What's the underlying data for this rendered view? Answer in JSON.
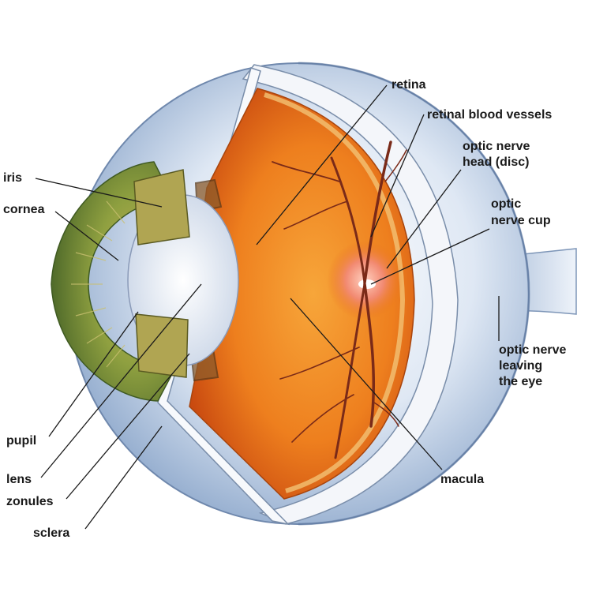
{
  "diagram": {
    "labels": {
      "retina": "retina",
      "retinal_blood_vessels": "retinal blood vessels",
      "optic_nerve_head": [
        "optic nerve",
        "head (disc)"
      ],
      "optic_nerve_cup": [
        "optic",
        "nerve cup"
      ],
      "iris": "iris",
      "cornea": "cornea",
      "optic_nerve_leaving": [
        "optic nerve",
        "leaving",
        "the eye"
      ],
      "pupil": "pupil",
      "lens": "lens",
      "zonules": "zonules",
      "sclera": "sclera",
      "macula": "macula"
    },
    "colors": {
      "sclera": "#9fb8d8",
      "retina": "#e8701a",
      "iris": "#6f8a3a",
      "lens": "#e8eef8",
      "vessels": "#7a2a18",
      "optic_disc": "#f08070"
    }
  }
}
